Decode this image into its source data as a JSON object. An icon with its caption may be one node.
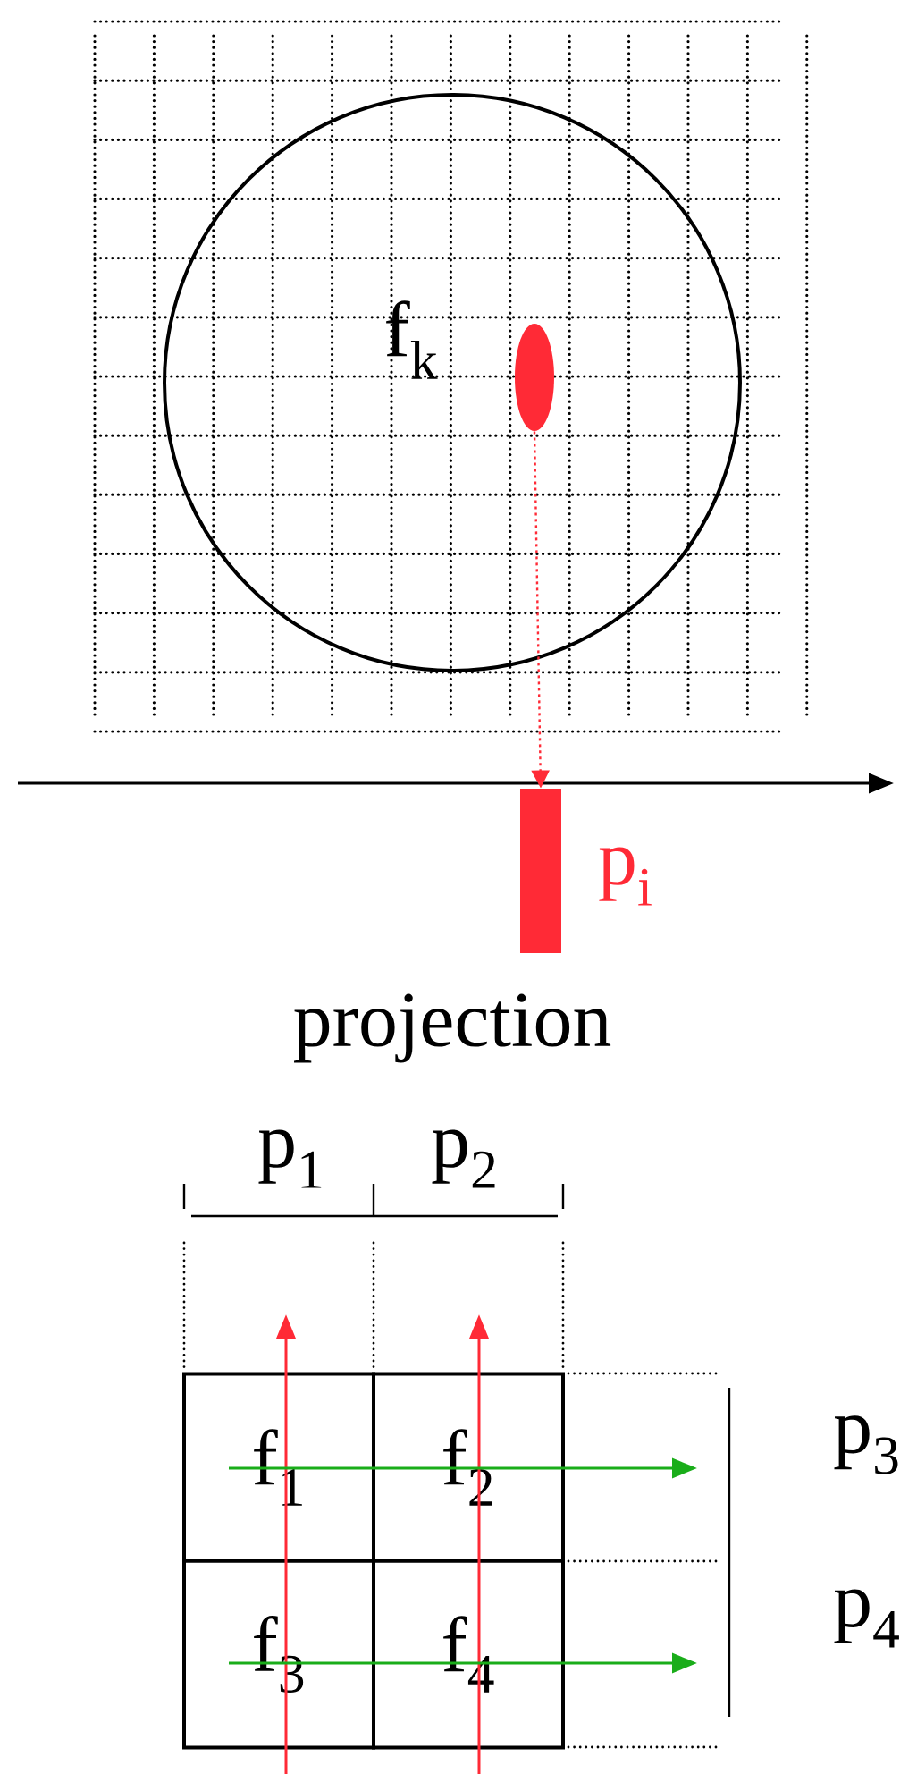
{
  "diagram": {
    "nodes": [
      {
        "text": [
          "f$_{k}$"
        ]
      },
      {
        "text": [],
        "shape": "ellipse",
        "in": 0
      },
      {
        "text": [],
        "shape": "bar",
        "beside": [
          "p$_{i}$"
        ]
      },
      {
        "text": [
          "f$_{1}$"
        ]
      },
      {
        "text": [
          "f$_{2}$"
        ]
      },
      {
        "text": [
          "f$_{3}$"
        ]
      },
      {
        "text": [
          "f$_{4}$"
        ]
      }
    ],
    "edges": [
      {
        "from": 1,
        "to": 2,
        "arrow": "to",
        "style": "dashed",
        "color": "#ff2a36"
      }
    ],
    "labels": [
      "projection",
      "p$_{1}$",
      "p$_{2}$",
      "p$_{3}$",
      "p$_{4}$"
    ]
  }
}
